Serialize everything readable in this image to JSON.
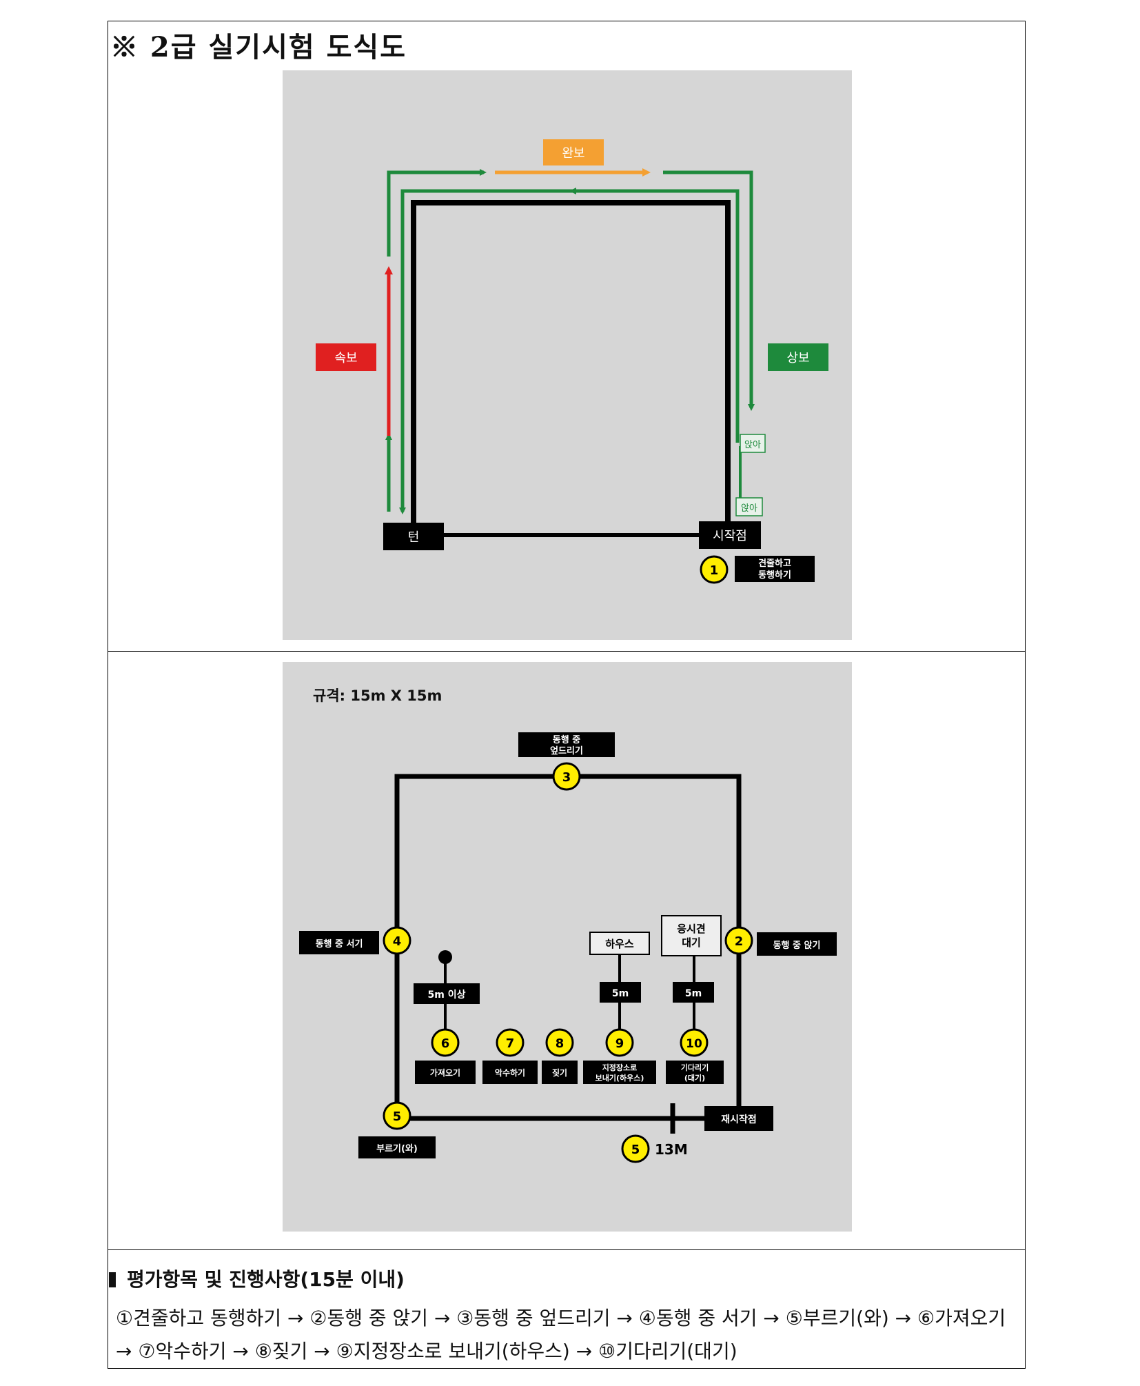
{
  "title": "※ 2급 실기시험 도식도",
  "diagram1": {
    "gait_slow": "완보",
    "gait_fast": "속보",
    "gait_normal": "상보",
    "sit_label_1": "앉아",
    "sit_label_2": "앉아",
    "turn": "턴",
    "start": "시작점",
    "marker_1": "1",
    "task_1_line1": "견줄하고",
    "task_1_line2": "동행하기"
  },
  "diagram2": {
    "spec": "규격: 15m X 15m",
    "task_3_line1": "동행 중",
    "task_3_line2": "엎드리기",
    "task_4": "동행 중 서기",
    "task_2": "동행 중 앉기",
    "house": "하우스",
    "handler_wait_line1": "응시견",
    "handler_wait_line2": "대기",
    "dist_5m_plus": "5m 이상",
    "dist_5m_a": "5m",
    "dist_5m_b": "5m",
    "task_6": "가져오기",
    "task_7": "악수하기",
    "task_8": "짖기",
    "task_9_line1": "지정장소로",
    "task_9_line2": "보내기(하우스)",
    "task_10_line1": "기다리기",
    "task_10_line2": "(대기)",
    "restart": "재시작점",
    "task_5": "부르기(와)",
    "distance_13m": "13M",
    "m2": "2",
    "m3": "3",
    "m4": "4",
    "m5a": "5",
    "m5b": "5",
    "m6": "6",
    "m7": "7",
    "m8": "8",
    "m9": "9",
    "m10": "10"
  },
  "evaluation": {
    "heading": "평가항목 및 진행사항(15분 이내)",
    "steps_text": "①견줄하고 동행하기 → ②동행 중 앉기 → ③동행 중 엎드리기 → ④동행 중 서기 → ⑤부르기(와) → ⑥가져오기 → ⑦악수하기 → ⑧짖기 → ⑨지정장소로 보내기(하우스) → ⑩기다리기(대기)"
  },
  "colors": {
    "panel_bg": "#d6d6d6",
    "green": "#1e8a3c",
    "red": "#e02020",
    "orange": "#f4a032",
    "black": "#000000",
    "yellow": "#ffee00"
  }
}
